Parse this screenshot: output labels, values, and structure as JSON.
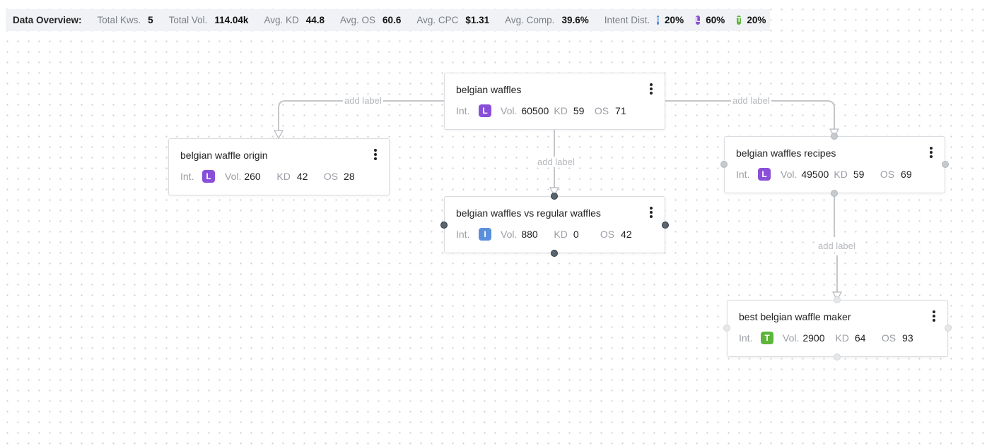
{
  "overview": {
    "title": "Data Overview:",
    "total_kws_label": "Total Kws.",
    "total_kws": "5",
    "total_vol_label": "Total Vol.",
    "total_vol": "114.04k",
    "avg_kd_label": "Avg. KD",
    "avg_kd": "44.8",
    "avg_os_label": "Avg. OS",
    "avg_os": "60.6",
    "avg_cpc_label": "Avg. CPC",
    "avg_cpc": "$1.31",
    "avg_comp_label": "Avg. Comp.",
    "avg_comp": "39.6%",
    "intent_label": "Intent Dist.",
    "intents": [
      {
        "letter": "I",
        "pct": "20%"
      },
      {
        "letter": "L",
        "pct": "60%"
      },
      {
        "letter": "T",
        "pct": "20%"
      }
    ]
  },
  "labels": {
    "int": "Int.",
    "vol": "Vol.",
    "kd": "KD",
    "os": "OS"
  },
  "edge_label": "add label",
  "nodes": [
    {
      "keyword": "belgian waffles",
      "intent": "L",
      "vol": "60500",
      "kd": "59",
      "os": "71"
    },
    {
      "keyword": "belgian waffle origin",
      "intent": "L",
      "vol": "260",
      "kd": "42",
      "os": "28"
    },
    {
      "keyword": "belgian waffles vs regular waffles",
      "intent": "I",
      "vol": "880",
      "kd": "0",
      "os": "42"
    },
    {
      "keyword": "belgian waffles recipes",
      "intent": "L",
      "vol": "49500",
      "kd": "59",
      "os": "69"
    },
    {
      "keyword": "best belgian waffle maker",
      "intent": "T",
      "vol": "2900",
      "kd": "64",
      "os": "93"
    }
  ],
  "colors": {
    "intent_i": "#5b8fdc",
    "intent_l": "#8a4fd8",
    "intent_t": "#5db53a",
    "edge": "#c4c6c9",
    "handle_dark": "#5a6570"
  }
}
